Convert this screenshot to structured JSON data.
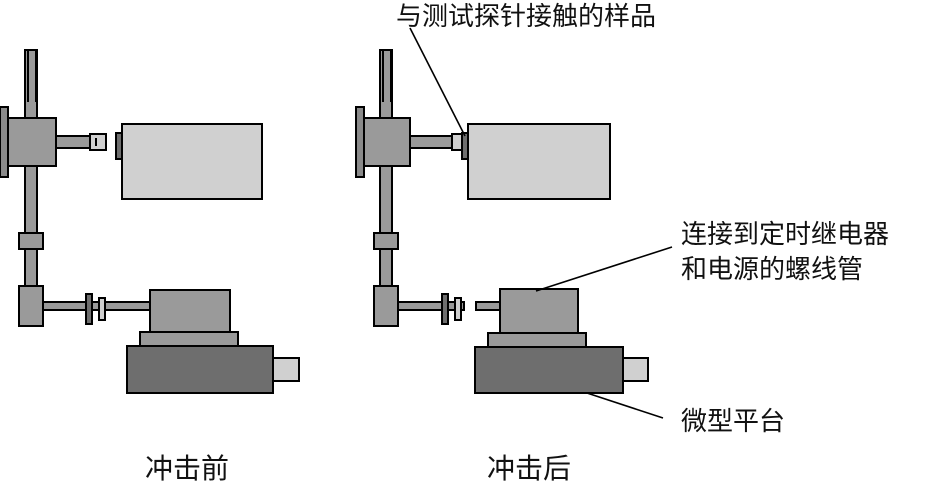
{
  "labels": {
    "sample_contact": "与测试探针接触的样品",
    "solenoid_line1": "连接到定时继电器",
    "solenoid_line2": "和电源的螺线管",
    "micro_stage": "微型平台"
  },
  "captions": {
    "before": "冲击前",
    "after": "冲击后"
  },
  "colors": {
    "dark_gray": "#6e6e6e",
    "mid_gray": "#9a9a9a",
    "light_gray": "#d0d0d0",
    "stroke": "#000000"
  }
}
